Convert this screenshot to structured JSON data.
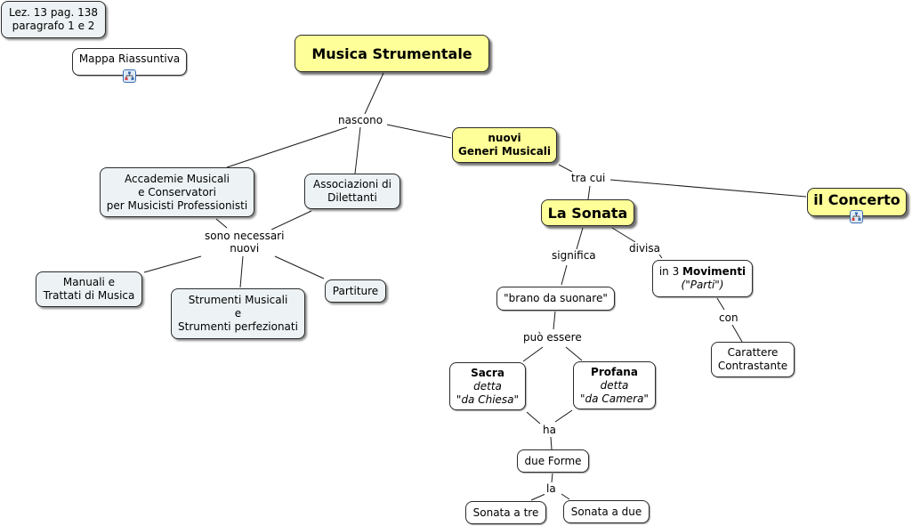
{
  "map": {
    "title": "Musica Strumentale",
    "nodes": {
      "lezione": [
        "Lez. 13 pag. 138",
        "paragrafo 1 e 2"
      ],
      "mappa": "Mappa Riassuntiva",
      "root": "Musica Strumentale",
      "nuovi_generi": [
        "nuovi",
        "Generi Musicali"
      ],
      "accademie": [
        "Accademie Musicali",
        "e Conservatori",
        "per Musicisti Professionisti"
      ],
      "associazioni": [
        "Associazioni di",
        "Dilettanti"
      ],
      "manuali": [
        "Manuali e",
        "Trattati di Musica"
      ],
      "strumenti": [
        "Strumenti Musicali",
        "e",
        "Strumenti perfezionati"
      ],
      "partiture": "Partiture",
      "sonata": "La Sonata",
      "concerto": "il Concerto",
      "brano": "\"brano da suonare\"",
      "movimenti": {
        "prefix": "in 3 ",
        "bold": "Movimenti",
        "italic": "(\"Parti\")"
      },
      "carattere": [
        "Carattere",
        "Contrastante"
      ],
      "sacra": {
        "bold": "Sacra",
        "italic1": "detta",
        "italic2": "\"da Chiesa\""
      },
      "profana": {
        "bold": "Profana",
        "italic1": "detta",
        "italic2": "\"da Camera\""
      },
      "due_forme": "due Forme",
      "sonata_tre": "Sonata a tre",
      "sonata_due": "Sonata a due"
    },
    "links": {
      "nascono": "nascono",
      "sono_necessari": [
        "sono necessari",
        "nuovi"
      ],
      "tra_cui": "tra cui",
      "significa": "significa",
      "divisa": "divisa",
      "con": "con",
      "puo_essere": "può essere",
      "ha": "ha",
      "la": "la"
    },
    "icons": {
      "mappa": "submap-icon",
      "concerto": "submap-icon"
    },
    "colors": {
      "concept_yellow": "#ffff99",
      "concept_blue": "#edf3f5",
      "concept_white": "#ffffff",
      "line": "#1a1a1a"
    }
  }
}
